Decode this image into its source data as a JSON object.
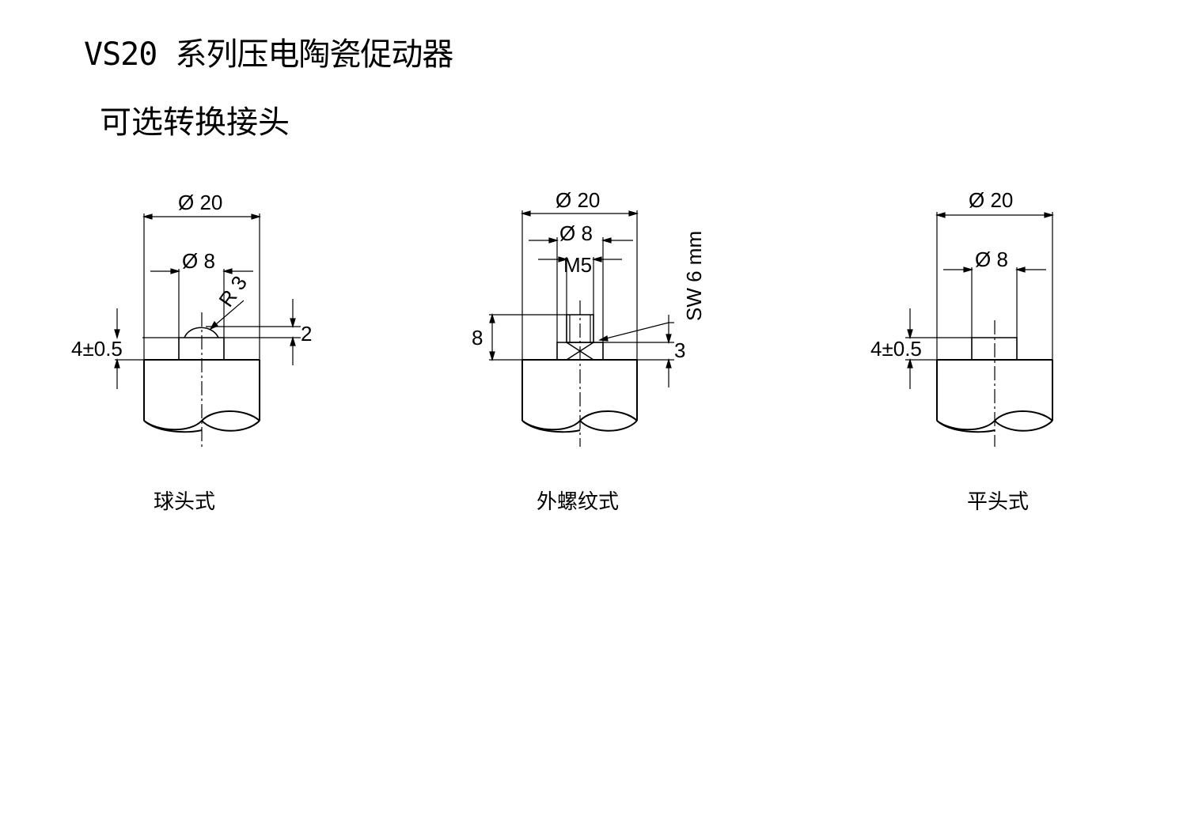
{
  "title": "VS20 系列压电陶瓷促动器",
  "subtitle": "可选转换接头",
  "views": [
    {
      "caption": "球头式",
      "dims": {
        "outer_dia": "Ø 20",
        "tip_dia": "Ø 8",
        "radius": "R 3",
        "dome_height": "2",
        "tip_height": "4±0.5"
      }
    },
    {
      "caption": "外螺纹式",
      "dims": {
        "outer_dia": "Ø 20",
        "tip_dia": "Ø 8",
        "thread": "M5",
        "wrench": "SW 6 mm",
        "length": "8",
        "hex_height": "3"
      }
    },
    {
      "caption": "平头式",
      "dims": {
        "outer_dia": "Ø 20",
        "tip_dia": "Ø 8",
        "tip_height": "4±0.5"
      }
    }
  ]
}
